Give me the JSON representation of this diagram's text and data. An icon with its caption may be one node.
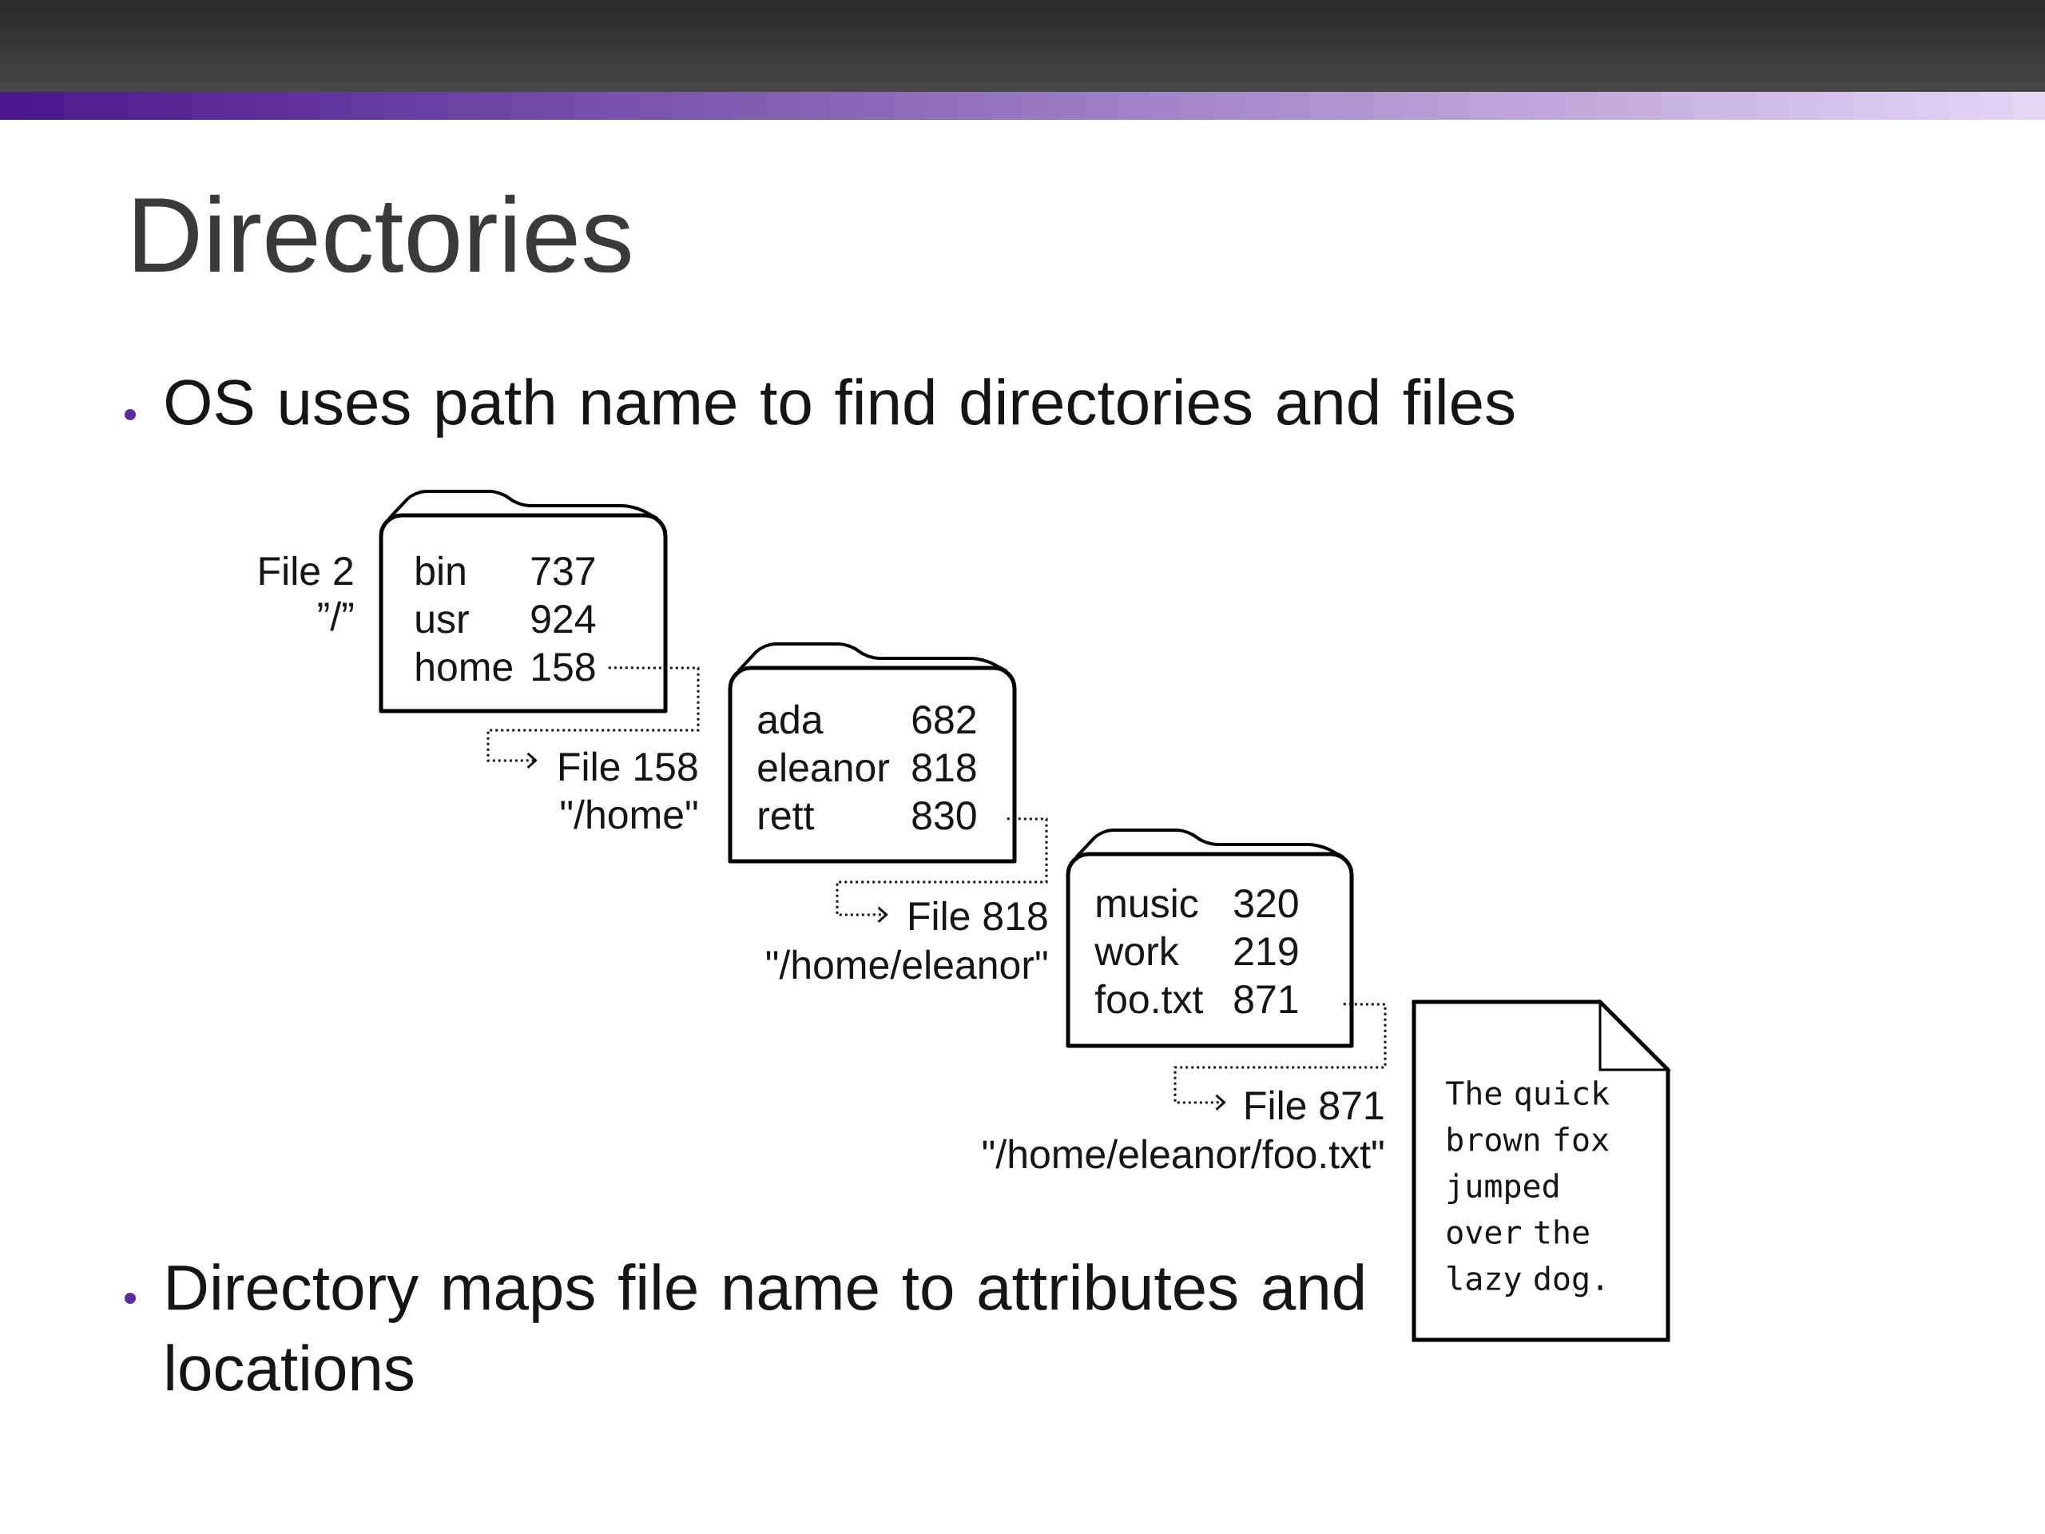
{
  "diagram": {
    "title": "Directories",
    "nodes": [
      {
        "text": [
          "bin",
          "737",
          "usr",
          "924",
          "home",
          "158"
        ],
        "beside": [
          "File 2",
          "”/”"
        ]
      },
      {
        "text": [
          "ada",
          "682",
          "eleanor",
          "818",
          "rett",
          "830"
        ],
        "beside": [
          "File 158",
          "\"/home\""
        ]
      },
      {
        "text": [
          "music",
          "320",
          "work",
          "219",
          "foo.txt",
          "871"
        ],
        "beside": [
          "File 818",
          "\"/home/eleanor\""
        ]
      },
      {
        "text": [
          "The quick brown fox jumped over the lazy dog."
        ],
        "beside": [
          "File 871",
          "\"/home/eleanor/foo.txt\""
        ]
      }
    ],
    "edges": [
      {
        "from": 0,
        "to": 1,
        "arrow": "to",
        "style": "dashed"
      },
      {
        "from": 1,
        "to": 2,
        "arrow": "to",
        "style": "dashed"
      },
      {
        "from": 2,
        "to": 3,
        "arrow": "to",
        "style": "dashed"
      }
    ],
    "labels": [
      "OS uses path name to find directories and files",
      "Directory maps file name to attributes and locations"
    ]
  }
}
